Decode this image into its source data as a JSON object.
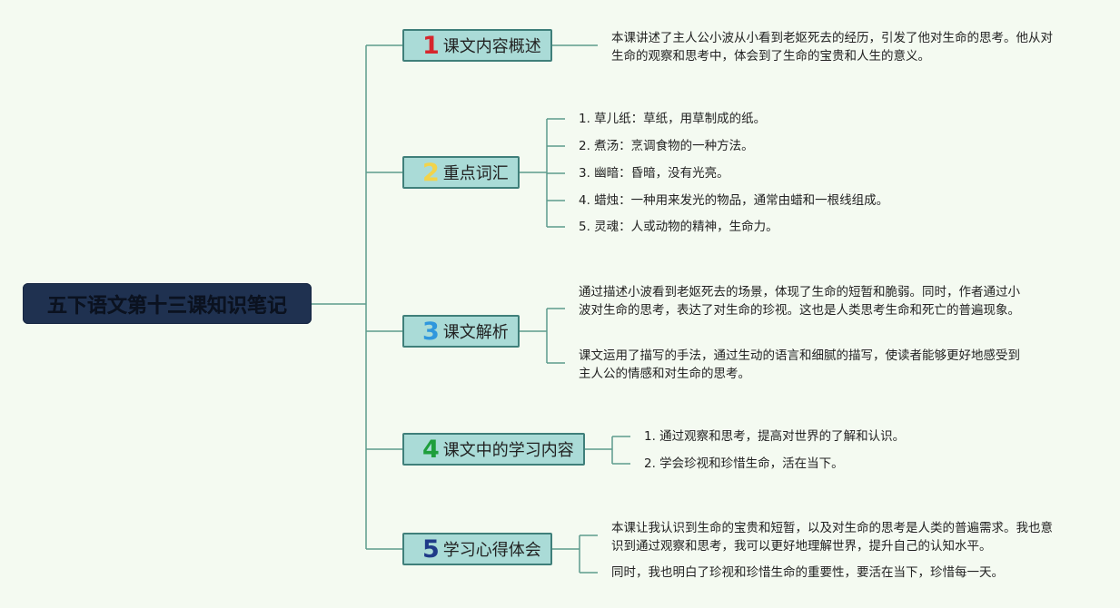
{
  "title": "五下语文第十三课知识笔记",
  "colors": {
    "background": "#f4faf1",
    "root_fill": "#1f3150",
    "topic_fill": "#aadbd7",
    "topic_border": "#3f7f7a",
    "connector": "#5c9b8c",
    "num1": "#d6262d",
    "num2": "#f2d34a",
    "num3": "#2f97dd",
    "num4": "#1f9e3c",
    "num5": "#1e3a88"
  },
  "topics": [
    {
      "number": "1",
      "label": "课文内容概述",
      "items": [
        "本课讲述了主人公小波从小看到老妪死去的经历，引发了他对生命的思考。他从对生命的观察和思考中，体会到了生命的宝贵和人生的意义。"
      ]
    },
    {
      "number": "2",
      "label": "重点词汇",
      "items": [
        "1. 草儿纸：草纸，用草制成的纸。",
        "2. 煮汤：烹调食物的一种方法。",
        "3. 幽暗：昏暗，没有光亮。",
        "4. 蜡烛：一种用来发光的物品，通常由蜡和一根线组成。",
        "5. 灵魂：人或动物的精神，生命力。"
      ]
    },
    {
      "number": "3",
      "label": "课文解析",
      "items": [
        "通过描述小波看到老妪死去的场景，体现了生命的短暂和脆弱。同时，作者通过小波对生命的思考，表达了对生命的珍视。这也是人类思考生命和死亡的普遍现象。",
        "课文运用了描写的手法，通过生动的语言和细腻的描写，使读者能够更好地感受到主人公的情感和对生命的思考。"
      ]
    },
    {
      "number": "4",
      "label": "课文中的学习内容",
      "items": [
        "1. 通过观察和思考，提高对世界的了解和认识。",
        "2. 学会珍视和珍惜生命，活在当下。"
      ]
    },
    {
      "number": "5",
      "label": "学习心得体会",
      "items": [
        "本课让我认识到生命的宝贵和短暂，以及对生命的思考是人类的普遍需求。我也意识到通过观察和思考，我可以更好地理解世界，提升自己的认知水平。",
        "同时，我也明白了珍视和珍惜生命的重要性，要活在当下，珍惜每一天。"
      ]
    }
  ]
}
